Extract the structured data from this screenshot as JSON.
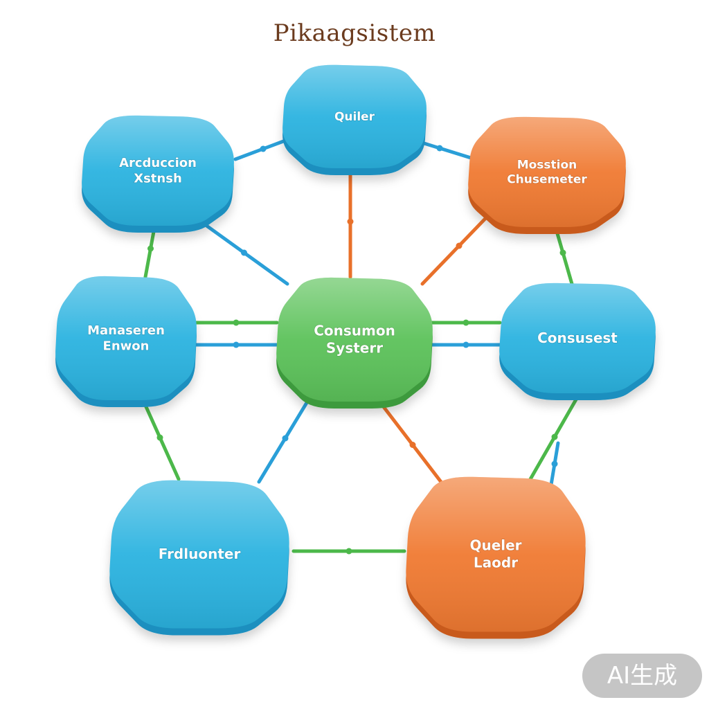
{
  "title": "Pikaagsistem",
  "colors": {
    "blue": "#2bb3e0",
    "blue_dark": "#1c8fbf",
    "green": "#5cc25a",
    "green_dark": "#3e9a3e",
    "orange": "#f07a32",
    "orange_dark": "#c85a1c",
    "line_blue": "#2a9fd8",
    "line_green": "#4cb84a",
    "line_orange": "#e8702a"
  },
  "nodes": [
    {
      "id": "top",
      "lines": [
        "Quiler"
      ],
      "color": "blue"
    },
    {
      "id": "upper-left",
      "lines": [
        "Arcduccion",
        "Xstnsh"
      ],
      "color": "blue"
    },
    {
      "id": "upper-right",
      "lines": [
        "Mosstion",
        "Chusemeter"
      ],
      "color": "orange"
    },
    {
      "id": "center",
      "lines": [
        "Consumon",
        "Systerr"
      ],
      "color": "green"
    },
    {
      "id": "middle-left",
      "lines": [
        "Manaseren",
        "Enwon"
      ],
      "color": "blue"
    },
    {
      "id": "middle-right",
      "lines": [
        "Consusest"
      ],
      "color": "blue"
    },
    {
      "id": "lower-left",
      "lines": [
        "Frdluonter"
      ],
      "color": "blue"
    },
    {
      "id": "lower-right",
      "lines": [
        "Queler",
        "Laodr"
      ],
      "color": "orange"
    }
  ],
  "badge": "AI生成"
}
